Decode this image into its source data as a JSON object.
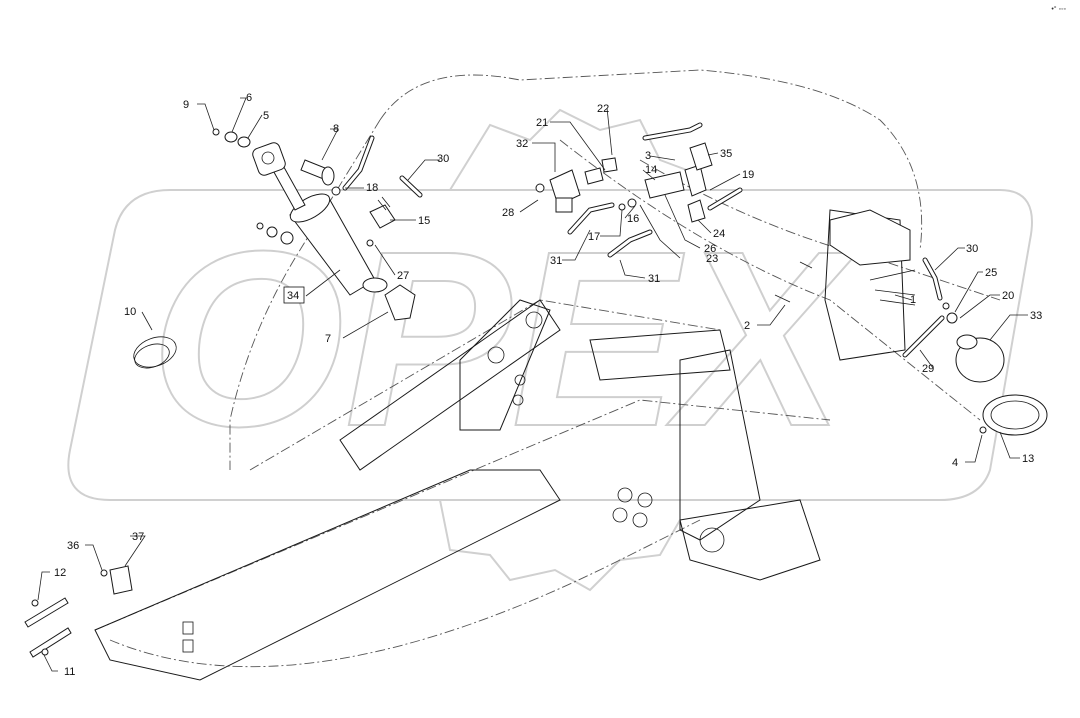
{
  "watermark": {
    "text": "OPEX"
  },
  "brand_mark": "•° ◦◦◦",
  "boxed_callout": "34",
  "callouts": [
    "1",
    "2",
    "3",
    "4",
    "5",
    "6",
    "7",
    "8",
    "9",
    "10",
    "11",
    "12",
    "13",
    "14",
    "15",
    "16",
    "17",
    "18",
    "19",
    "20",
    "21",
    "22",
    "23",
    "24",
    "25",
    "26",
    "27",
    "28",
    "29",
    "30",
    "30",
    "31",
    "31",
    "32",
    "33",
    "35",
    "36",
    "37"
  ],
  "colors": {
    "ink": "#1a1a1a",
    "watermark": "#d0d0d0",
    "background": "#ffffff"
  }
}
